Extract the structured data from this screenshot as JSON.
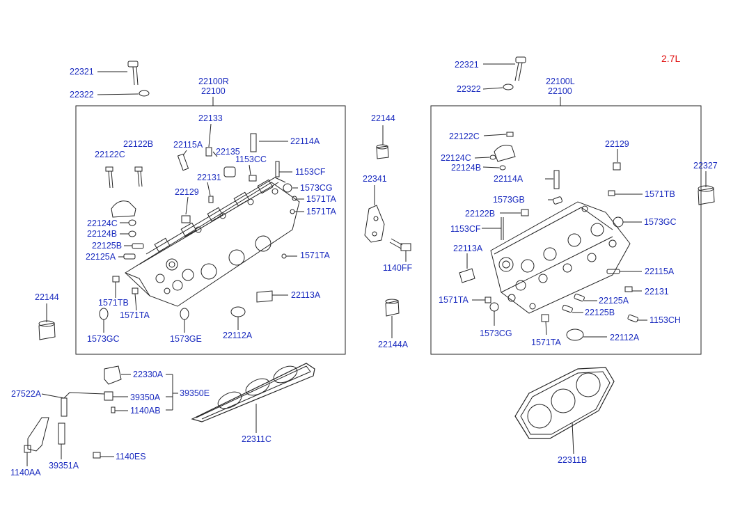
{
  "engine_tag": "2.7L",
  "colors": {
    "label": "#1a2bbf",
    "engine_tag": "#e01010",
    "line": "#222222"
  },
  "left_frame": {
    "label_line1": "22100R",
    "label_line2": "22100"
  },
  "right_frame": {
    "label_line1": "22100L",
    "label_line2": "22100"
  },
  "parts": {
    "p22321_l": "22321",
    "p22322_l": "22322",
    "p22133": "22133",
    "p22115a_l": "22115A",
    "p22135": "22135",
    "p22114a_l": "22114A",
    "p22122c_l": "22122C",
    "p22122b_l": "22122B",
    "p1153cc_l": "1153CC",
    "p22131_l": "22131",
    "p1153cf_l": "1153CF",
    "p22129_l": "22129",
    "p1573cg_l": "1573CG",
    "p1571ta_l1": "1571TA",
    "p1571ta_l2": "1571TA",
    "p22124c_l": "22124C",
    "p22124b_l": "22124B",
    "p22125b_l": "22125B",
    "p22125a_l": "22125A",
    "p1571ta_l3": "1571TA",
    "p22113a_l": "22113A",
    "p1571tb_l": "1571TB",
    "p1571ta_l4": "1571TA",
    "p1573gc_l": "1573GC",
    "p1573ge": "1573GE",
    "p22112a_l": "22112A",
    "p22144_left": "22144",
    "p22144_mid": "22144",
    "p22341": "22341",
    "p1140ff": "1140FF",
    "p22144a": "22144A",
    "p22321_r": "22321",
    "p22322_r": "22322",
    "p22122c_r": "22122C",
    "p22124c_r": "22124C",
    "p22124b_r": "22124B",
    "p22114a_r": "22114A",
    "p22129_r": "22129",
    "p22327": "22327",
    "p1573gb": "1573GB",
    "p1571tb_r": "1571TB",
    "p22122b_r": "22122B",
    "p1573gc_r": "1573GC",
    "p1153cf_r": "1153CF",
    "p22113a_r": "22113A",
    "p22115a_r": "22115A",
    "p22131_r": "22131",
    "p1571ta_r1": "1571TA",
    "p22125a_r": "22125A",
    "p22125b_r": "22125B",
    "p1573cg_r": "1573CG",
    "p1153ch": "1153CH",
    "p1571ta_r2": "1571TA",
    "p22112a_r": "22112A",
    "p22330a": "22330A",
    "p39350e": "39350E",
    "p27522a": "27522A",
    "p39350a": "39350A",
    "p1140ab": "1140AB",
    "p22311c": "22311C",
    "p1140es": "1140ES",
    "p39351a": "39351A",
    "p1140aa": "1140AA",
    "p22311b": "22311B"
  }
}
